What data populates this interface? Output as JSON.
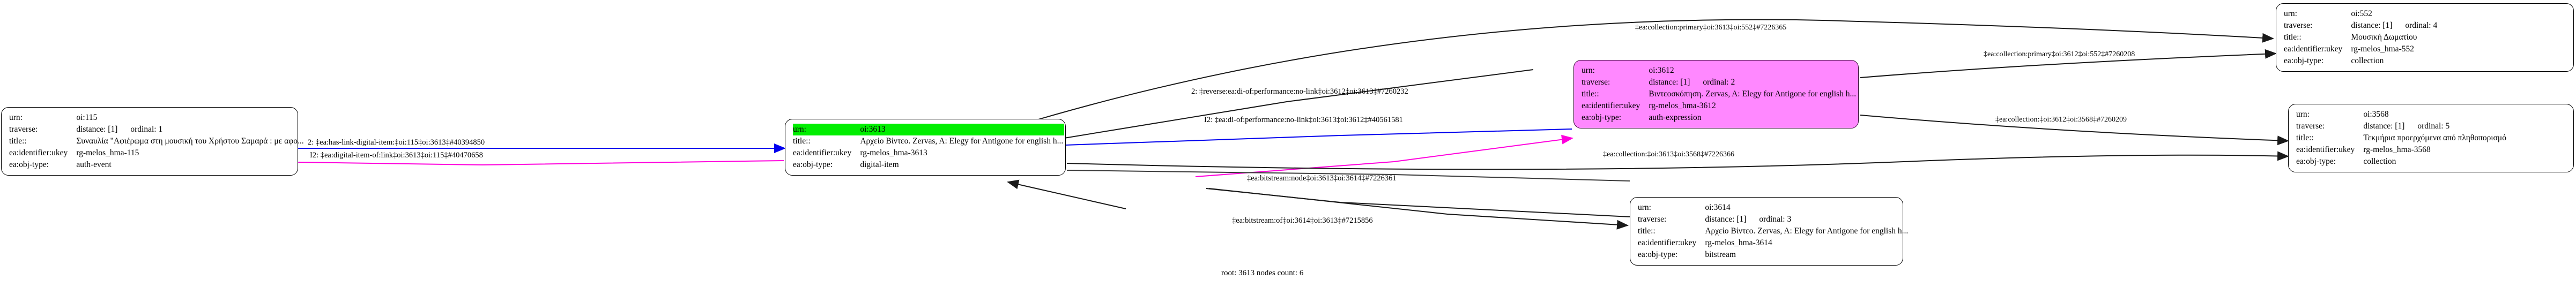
{
  "graph": {
    "footer": "root: 3613 nodes count: 6",
    "colors": {
      "edge_forward": "#0000ee",
      "edge_reverse": "#ff00dd",
      "edge_plain": "#2b2b2b",
      "node_highlight": "#00ee00",
      "node_expression": "#ff88ff",
      "text": "#000000",
      "background": "#ffffff"
    },
    "keys": {
      "urn": "urn:",
      "traverse": "traverse:",
      "title": "title::",
      "ukey": "ea:identifier:ukey",
      "objtype": "ea:obj-type:"
    }
  },
  "nodes": {
    "n115": {
      "urn": "oi:115",
      "distance": "distance: [1]",
      "ordinal": "ordinal: 1",
      "title": "Συναυλία \"Αφιέρωμα στη μουσική του Χρήστου Σαμαρά : με αφο...",
      "ukey": "rg-melos_hma-115",
      "objtype": "auth-event"
    },
    "n3613": {
      "urn": "oi:3613",
      "title": "Αρχείο Βίντεο. Zervas, A: Elegy for Antigone for english h...",
      "ukey": "rg-melos_hma-3613",
      "objtype": "digital-item"
    },
    "n3612": {
      "urn": "oi:3612",
      "distance": "distance: [1]",
      "ordinal": "ordinal: 2",
      "title": "Βιντεοσκόπηση. Zervas, A: Elegy for Antigone for english h...",
      "ukey": "rg-melos_hma-3612",
      "objtype": "auth-expression"
    },
    "n3614": {
      "urn": "oi:3614",
      "distance": "distance: [1]",
      "ordinal": "ordinal: 3",
      "title": "Αρχείο Βίντεο. Zervas, A: Elegy for Antigone for english h...",
      "ukey": "rg-melos_hma-3614",
      "objtype": "bitstream"
    },
    "n552": {
      "urn": "oi:552",
      "distance": "distance: [1]",
      "ordinal": "ordinal: 4",
      "title": "Μουσική Δωματίου",
      "ukey": "rg-melos_hma-552",
      "objtype": "collection"
    },
    "n3568": {
      "urn": "oi:3568",
      "distance": "distance: [1]",
      "ordinal": "ordinal: 5",
      "title": "Τεκμήρια προερχόμενα από πληθοπορισμό",
      "ukey": "rg-melos_hma-3568",
      "objtype": "collection"
    }
  },
  "edges": {
    "e_115_fwd": "2: ‡ea:has-link-digital-item:‡oi:115‡oi:3613‡#40394850",
    "e_115_rev": "I2: ‡ea:digital-item-of:link‡oi:3613‡oi:115‡#40470658",
    "e_3612_rev": "2: ‡reverse:ea:di-of:performance:no-link‡oi:3612‡oi:3613‡#7260232",
    "e_3612_fwd": "I2: ‡ea:di-of:performance:no-link‡oi:3613‡oi:3612‡#40561581",
    "e_3614_fwd": "‡ea:bitstream:node‡oi:3613‡oi:3614‡#7226361",
    "e_3614_rev": "‡ea:bitstream:of‡oi:3614‡oi:3613‡#7215856",
    "e_3613_552": "‡ea:collection:primary‡oi:3613‡oi:552‡#7226365",
    "e_3612_552": "‡ea:collection:primary‡oi:3612‡oi:552‡#7260208",
    "e_3612_3568": "‡ea:collection:‡oi:3612‡oi:3568‡#7260209",
    "e_3613_3568": "‡ea:collection:‡oi:3613‡oi:3568‡#7226366"
  }
}
